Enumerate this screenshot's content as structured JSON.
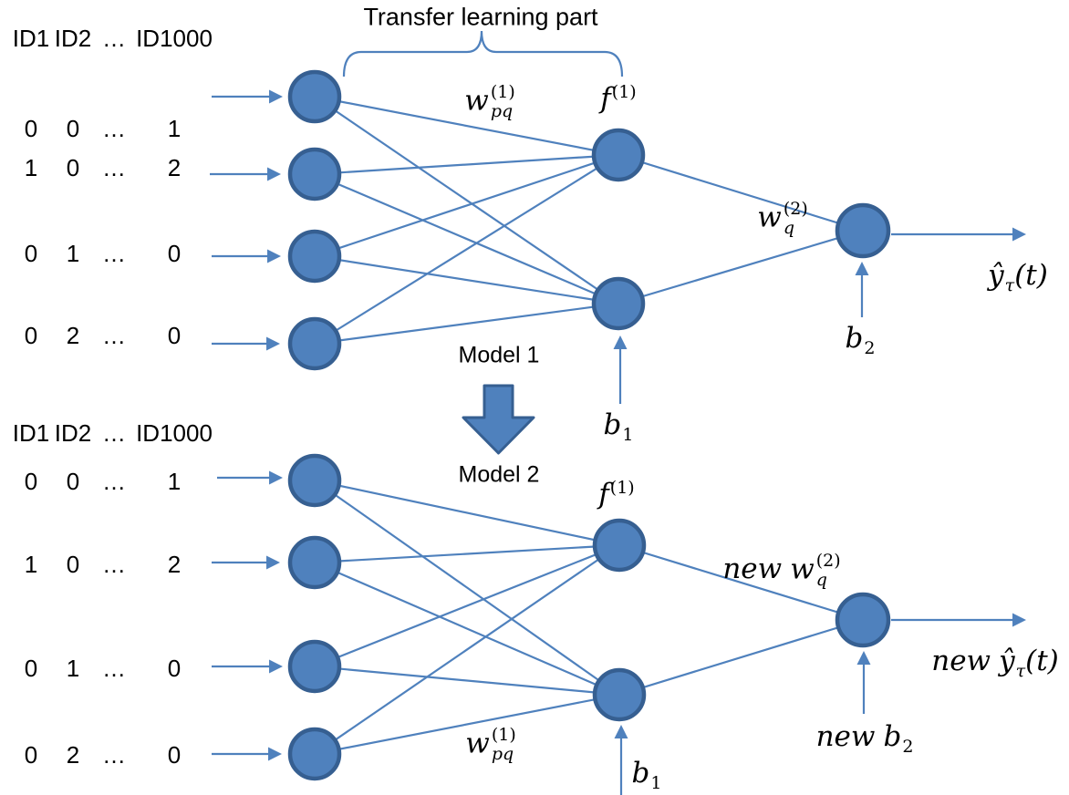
{
  "title": "Transfer learning part",
  "colors": {
    "node_fill": "#4F81BD",
    "node_border": "#365F91",
    "line": "#4F81BD",
    "text": "#000000"
  },
  "model1": {
    "name": "Model 1",
    "table": {
      "header": [
        "ID1",
        "ID2",
        "…",
        "ID1000"
      ],
      "rows": [
        [
          "0",
          "0",
          "…",
          "1"
        ],
        [
          "1",
          "0",
          "…",
          "2"
        ],
        [
          "0",
          "1",
          "…",
          "0"
        ],
        [
          "0",
          "2",
          "…",
          "0"
        ]
      ]
    }
  },
  "model2": {
    "name": "Model 2",
    "table": {
      "header": [
        "ID1",
        "ID2",
        "…",
        "ID1000"
      ],
      "rows": [
        [
          "0",
          "0",
          "…",
          "1"
        ],
        [
          "1",
          "0",
          "…",
          "2"
        ],
        [
          "0",
          "1",
          "…",
          "0"
        ],
        [
          "0",
          "2",
          "…",
          "0"
        ]
      ]
    }
  },
  "labels": {
    "new_prefix": "new",
    "w_pq": {
      "base": "w",
      "sub": "pq",
      "sup": "(1)"
    },
    "f1": {
      "base": "f",
      "sup": "(1)"
    },
    "w_q2": {
      "base": "w",
      "sub": "q",
      "sup": "(2)"
    },
    "b1": {
      "base": "b",
      "sub": "1"
    },
    "b2": {
      "base": "b",
      "sub": "2"
    },
    "y_hat": {
      "base": "ŷ",
      "sub": "τ",
      "rest": "(t)"
    }
  },
  "icons": {
    "transition_arrow": "down-block-arrow",
    "transfer_brace": "curly-brace"
  }
}
